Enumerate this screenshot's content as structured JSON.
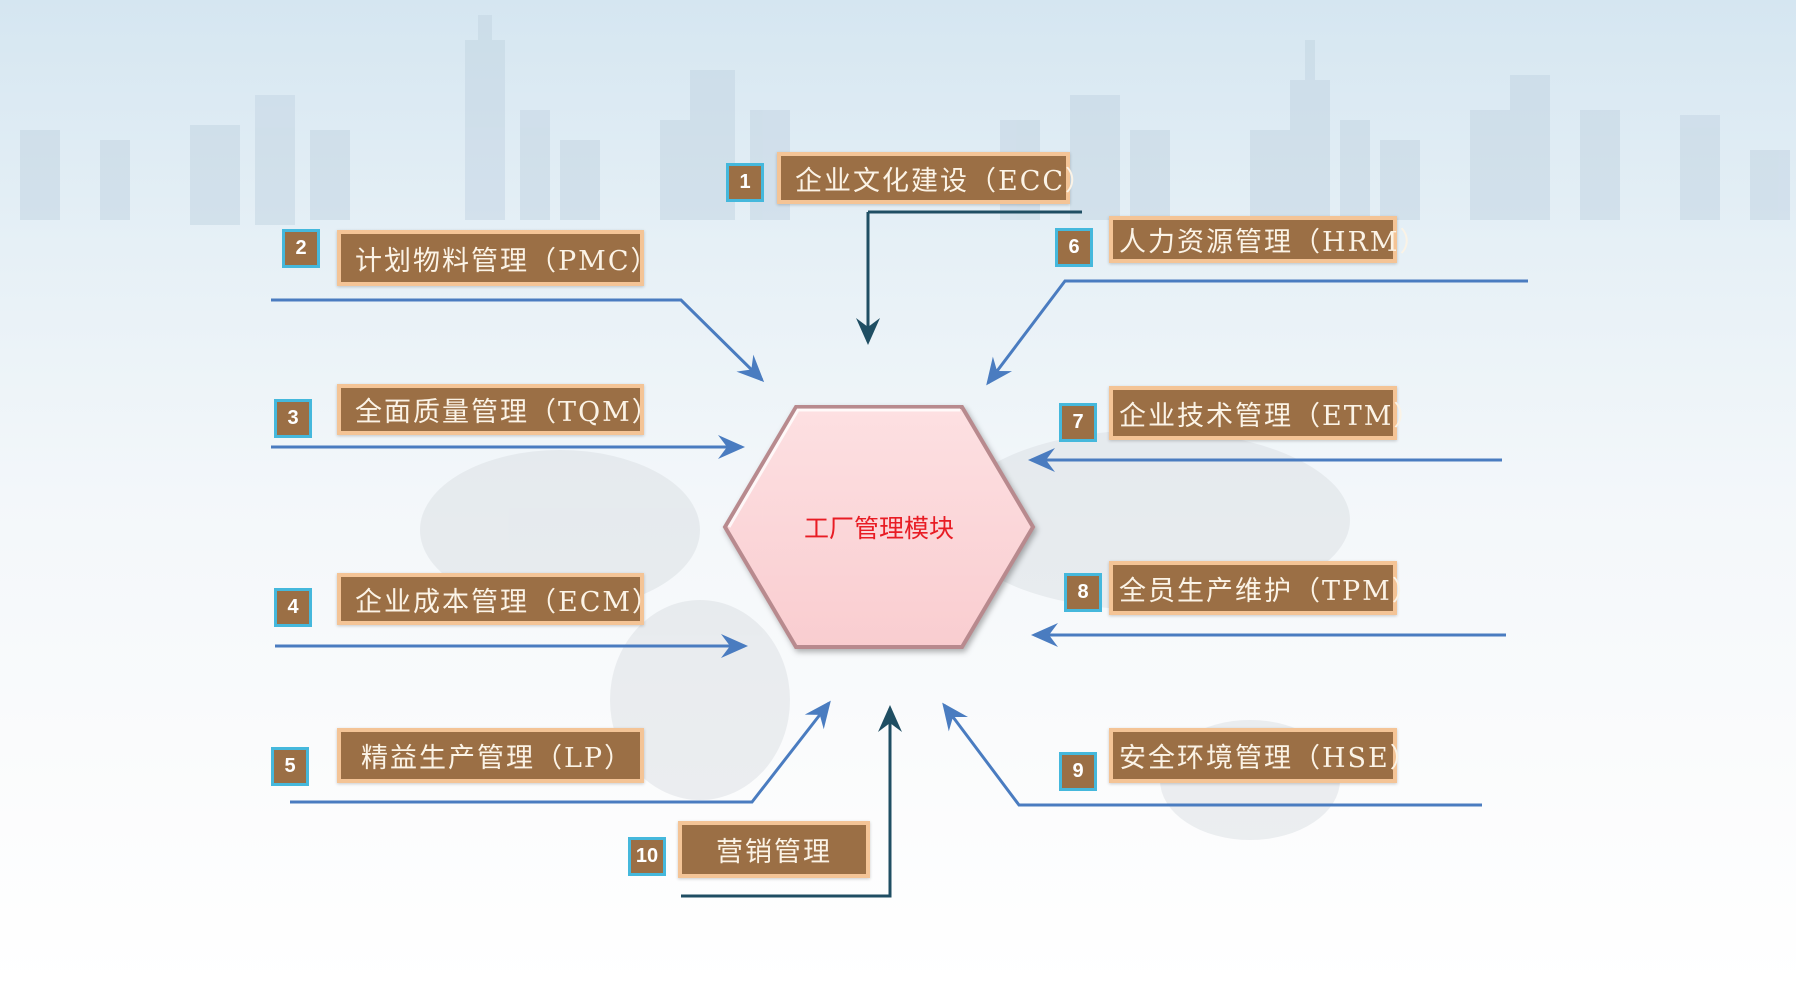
{
  "diagram": {
    "center": "工厂管理模块",
    "modules": [
      {
        "num": "1",
        "label": "企业文化建设（ECC）"
      },
      {
        "num": "2",
        "label": "计划物料管理（PMC）"
      },
      {
        "num": "3",
        "label": "全面质量管理（TQM）"
      },
      {
        "num": "4",
        "label": "企业成本管理（ECM）"
      },
      {
        "num": "5",
        "label": "精益生产管理（LP）"
      },
      {
        "num": "6",
        "label": "人力资源管理（HRM）"
      },
      {
        "num": "7",
        "label": "企业技术管理（ETM）"
      },
      {
        "num": "8",
        "label": "全员生产维护（TPM）"
      },
      {
        "num": "9",
        "label": "安全环境管理（HSE）"
      },
      {
        "num": "10",
        "label": "营销管理"
      }
    ],
    "colors": {
      "box": "#9b6f45",
      "box_border": "#f4c496",
      "num_border": "#45b8dc",
      "arrow": "#4a7cc0",
      "arrow_dark": "#1f4e63",
      "center_text": "#e81c24",
      "hex": "#fbd3d6"
    }
  }
}
